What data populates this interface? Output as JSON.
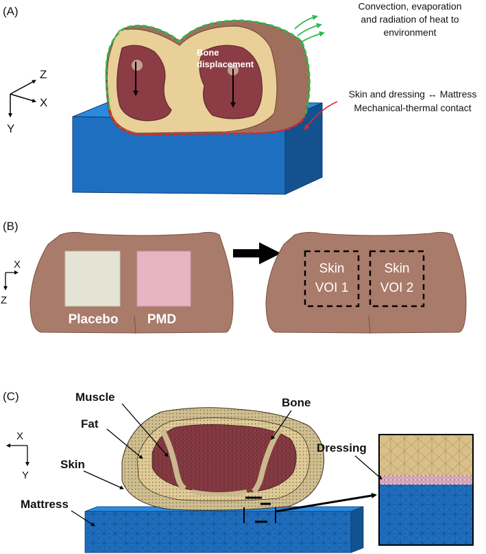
{
  "panel_a": {
    "label": "(A)",
    "axis_z": "Z",
    "axis_x": "X",
    "axis_y": "Y",
    "bone_label_1": "Bone",
    "bone_label_2": "displacement",
    "heat_line_1": "Convection, evaporation",
    "heat_line_2": "and radiation of heat to",
    "heat_line_3": "environment",
    "contact_line_1": "Skin and dressing ↔ Mattress",
    "contact_line_2": "Mechanical-thermal contact"
  },
  "panel_b": {
    "label": "(B)",
    "axis_x": "X",
    "axis_z": "Z",
    "placebo": "Placebo",
    "pmd": "PMD",
    "voi1_line1": "Skin",
    "voi1_line2": "VOI 1",
    "voi2_line1": "Skin",
    "voi2_line2": "VOI 2"
  },
  "panel_c": {
    "label": "(C)",
    "axis_x": "X",
    "axis_y": "Y",
    "muscle": "Muscle",
    "bone": "Bone",
    "fat": "Fat",
    "skin": "Skin",
    "mattress": "Mattress",
    "dressing": "Dressing"
  },
  "colors": {
    "mattress_blue": "#1f6fc0",
    "skin_brown": "#a06e5c",
    "fat_tan": "#e9cf98",
    "muscle_red": "#8b3c45",
    "placebo_pad": "#e4e4d4",
    "pmd_pad": "#e8b4c4",
    "heat_arrow_green": "#2fb84a",
    "contact_red": "#dd2a2a"
  }
}
